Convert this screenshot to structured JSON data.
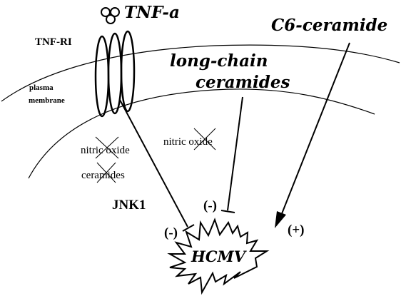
{
  "labels": {
    "tnf_alpha": "TNF-a",
    "tnf_receptor": "TNF-RI",
    "c6_ceramide": "C6-ceramide",
    "long_chain_line1": "long-chain",
    "long_chain_line2": "ceramides",
    "plasma_line1": "plasma",
    "plasma_line2": "membrane",
    "nitric_oxide_left": "nitric oxide",
    "nitric_oxide_right": "nitric oxide",
    "ceramides": "ceramides",
    "jnk1": "JNK1",
    "minus_left": "(-)",
    "minus_center": "(-)",
    "plus_right": "(+)",
    "hcmv": "HCMV"
  },
  "colors": {
    "line": "#000000",
    "background": "#ffffff"
  }
}
